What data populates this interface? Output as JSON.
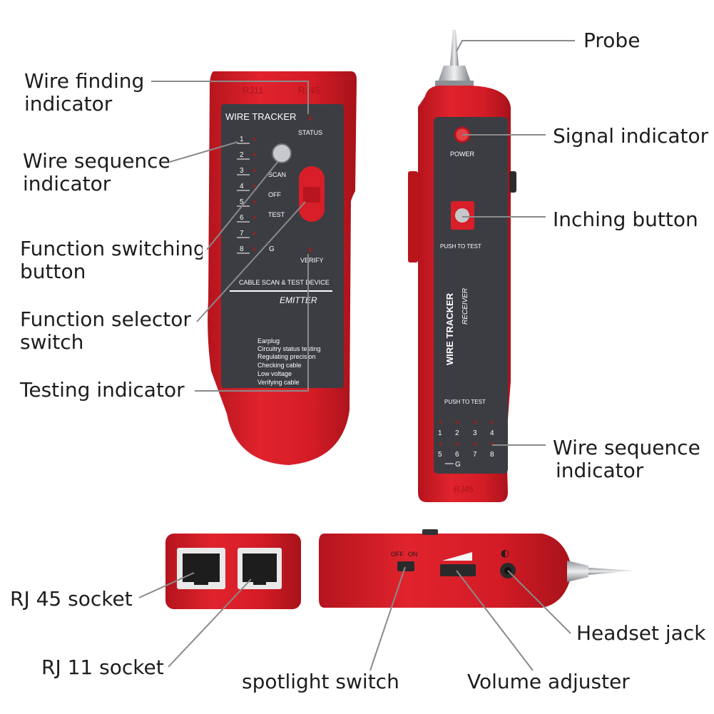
{
  "labels": {
    "wire_finding_indicator": [
      "Wire finding",
      "indicator"
    ],
    "wire_sequence_indicator_left": [
      "Wire sequence",
      "indicator"
    ],
    "function_switching_button": [
      "Function switching",
      "button"
    ],
    "function_selector_switch": [
      "Function selector",
      "switch"
    ],
    "testing_indicator": "Testing indicator",
    "probe": "Probe",
    "signal_indicator": "Signal indicator",
    "inching_button": "Inching button",
    "wire_sequence_indicator_right": [
      "Wire sequence",
      "indicator"
    ],
    "rj45_socket": "RJ 45 socket",
    "rj11_socket": "RJ 11 socket",
    "spotlight_switch": "spotlight switch",
    "volume_adjuster": "Volume adjuster",
    "headset_jack": "Headset jack"
  },
  "emitter": {
    "ports": [
      "RJ11",
      "RJ45"
    ],
    "brand": "WIRE TRACKER",
    "status": "STATUS",
    "numbers": [
      "1",
      "2",
      "3",
      "4",
      "5",
      "6",
      "7",
      "8"
    ],
    "ground": "G",
    "scan": "SCAN",
    "off": "OFF",
    "test": "TEST",
    "verify": "VERIFY",
    "subtitle": "CABLE SCAN & TEST DEVICE",
    "model": "EMITTER",
    "functions": [
      "Earplug",
      "Circuitry status testing",
      "Regulating precision",
      "Checking cable",
      "Low voltage",
      "Verifying cable"
    ]
  },
  "receiver": {
    "power": "POWER",
    "push_to_test": "PUSH TO TEST",
    "brand": "WIRE TRACKER",
    "model": "RECEIVER",
    "push_to_test_2": "PUSH TO TEST",
    "numbers": [
      "1",
      "2",
      "3",
      "4",
      "5",
      "6",
      "7",
      "8"
    ],
    "ground": "G",
    "bottom_port": "RJ45"
  },
  "side": {
    "switch_off": "OFF",
    "switch_on": "ON"
  },
  "colors": {
    "device_red": "#d81e28",
    "panel_dark": "#3b3d42",
    "leader_line": "#8a8a8a"
  }
}
